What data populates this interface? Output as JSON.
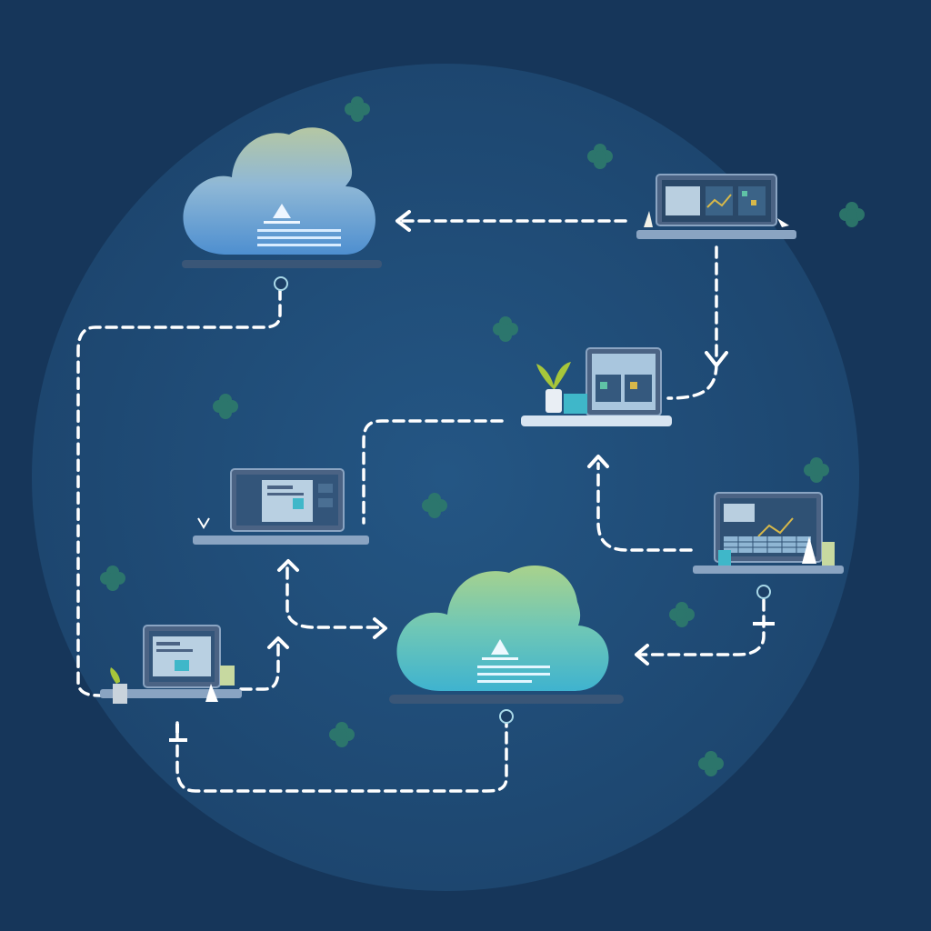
{
  "colors": {
    "background": "#16365a",
    "disc": "#1f4a72",
    "connector": "#ffffff",
    "device_frame": "#4b6384",
    "screen": "#8fb6d4",
    "accent_teal": "#3fb7c9",
    "leaf": "#2f7d6a"
  },
  "diagram": {
    "nodes": [
      {
        "id": "cloud-top",
        "kind": "cloud",
        "icon": "upload-icon"
      },
      {
        "id": "cloud-bottom",
        "kind": "cloud",
        "icon": "upload-icon"
      },
      {
        "id": "laptop-top-right",
        "kind": "laptop",
        "icon": "dashboard-icon"
      },
      {
        "id": "laptop-center-right",
        "kind": "laptop",
        "icon": "dashboard-icon"
      },
      {
        "id": "laptop-center-left",
        "kind": "laptop",
        "icon": "document-icon"
      },
      {
        "id": "laptop-right",
        "kind": "laptop",
        "icon": "spreadsheet-icon"
      },
      {
        "id": "laptop-bottom-left",
        "kind": "laptop",
        "icon": "document-icon"
      }
    ],
    "edges": [
      {
        "from": "laptop-top-right",
        "to": "cloud-top",
        "style": "dashed",
        "arrow": true
      },
      {
        "from": "laptop-top-right",
        "to": "laptop-center-right",
        "style": "dashed",
        "arrow": true
      },
      {
        "from": "laptop-right",
        "to": "laptop-center-right",
        "style": "dashed",
        "arrow": true
      },
      {
        "from": "laptop-center-right",
        "to": "laptop-center-left",
        "style": "dashed",
        "arrow": false
      },
      {
        "from": "cloud-top",
        "to": "laptop-bottom-left",
        "style": "dashed",
        "arrow": false
      },
      {
        "from": "laptop-bottom-left",
        "to": "laptop-center-left",
        "style": "dashed",
        "arrow": true
      },
      {
        "from": "laptop-center-left",
        "to": "cloud-bottom",
        "style": "dashed",
        "arrow": true
      },
      {
        "from": "laptop-right",
        "to": "cloud-bottom",
        "style": "dashed",
        "arrow": true
      },
      {
        "from": "cloud-bottom",
        "to": "laptop-bottom-left",
        "style": "dashed",
        "arrow": false
      }
    ]
  }
}
